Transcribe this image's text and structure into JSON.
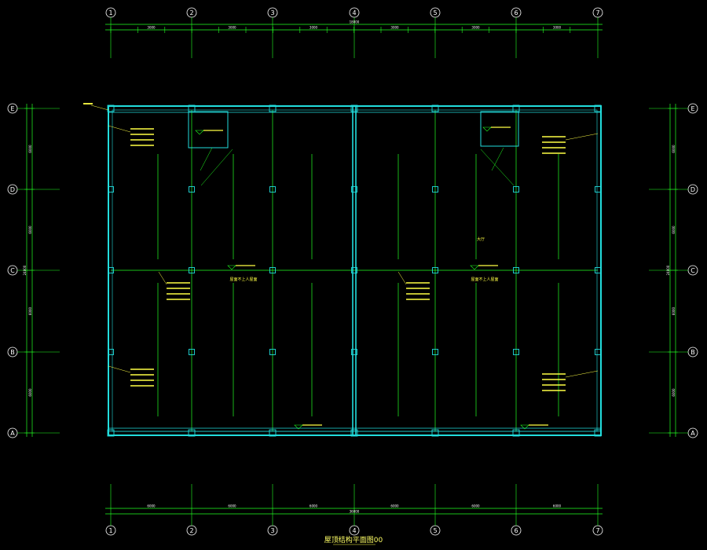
{
  "colors": {
    "background": "#000000",
    "grid": "#22ff22",
    "wall": "#22dddd",
    "annotation": "#ffff44",
    "bubble": "#ffffff",
    "slab_arrow": "#22ff22"
  },
  "axes": {
    "columns": [
      "1",
      "2",
      "3",
      "4",
      "5",
      "6",
      "7"
    ],
    "rows": [
      "E",
      "D",
      "C",
      "B",
      "A"
    ]
  },
  "dimensions": {
    "top_segments": [
      "3000",
      "3000",
      "3000",
      "3000",
      "3000",
      "3000"
    ],
    "top_total": "18000",
    "bottom_segments": [
      "6000",
      "6000",
      "6000",
      "6000",
      "6000",
      "6000"
    ],
    "bottom_total": "36000",
    "side_segments": [
      "6000",
      "6000",
      "6000",
      "6000"
    ],
    "side_total": "24000"
  },
  "rooms": {
    "left_center_label": "屋面不上人屋面",
    "right_center_label": "屋面不上人屋面",
    "right_hall_label": "大厅"
  },
  "drawing": {
    "title": "屋顶结构平面图00"
  }
}
